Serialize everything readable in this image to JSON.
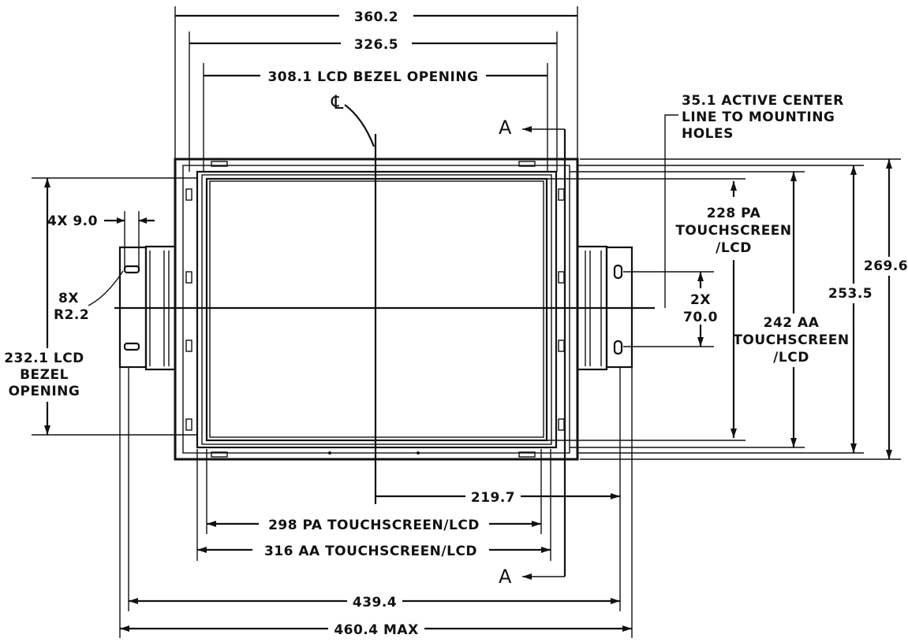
{
  "dimensions": {
    "overall_width": "360.2",
    "inner_width": "326.5",
    "lcd_bezel_width": "308.1 LCD BEZEL OPENING",
    "centerline_symbol": "℄",
    "section_marker_top": "A",
    "section_marker_bottom": "A",
    "active_center_line": [
      "35.1 ACTIVE CENTER",
      "LINE TO MOUNTING",
      "HOLES"
    ],
    "slot_width": "4X  9.0",
    "radius": [
      "8X",
      "R2.2"
    ],
    "lcd_bezel_height": [
      "232.1 LCD",
      "BEZEL",
      "OPENING"
    ],
    "pa_height": [
      "228 PA",
      "TOUCHSCREEN",
      "/LCD"
    ],
    "hole_spacing": [
      "2X",
      "70.0"
    ],
    "aa_height": [
      "242 AA",
      "TOUCHSCREEN",
      "/LCD"
    ],
    "height_253": "253.5",
    "overall_height": "269.6",
    "offset_219": "219.7",
    "pa_width": "298 PA TOUCHSCREEN/LCD",
    "aa_width": "316 AA TOUCHSCREEN/LCD",
    "bracket_span": "439.4",
    "max_width": "460.4 MAX"
  }
}
